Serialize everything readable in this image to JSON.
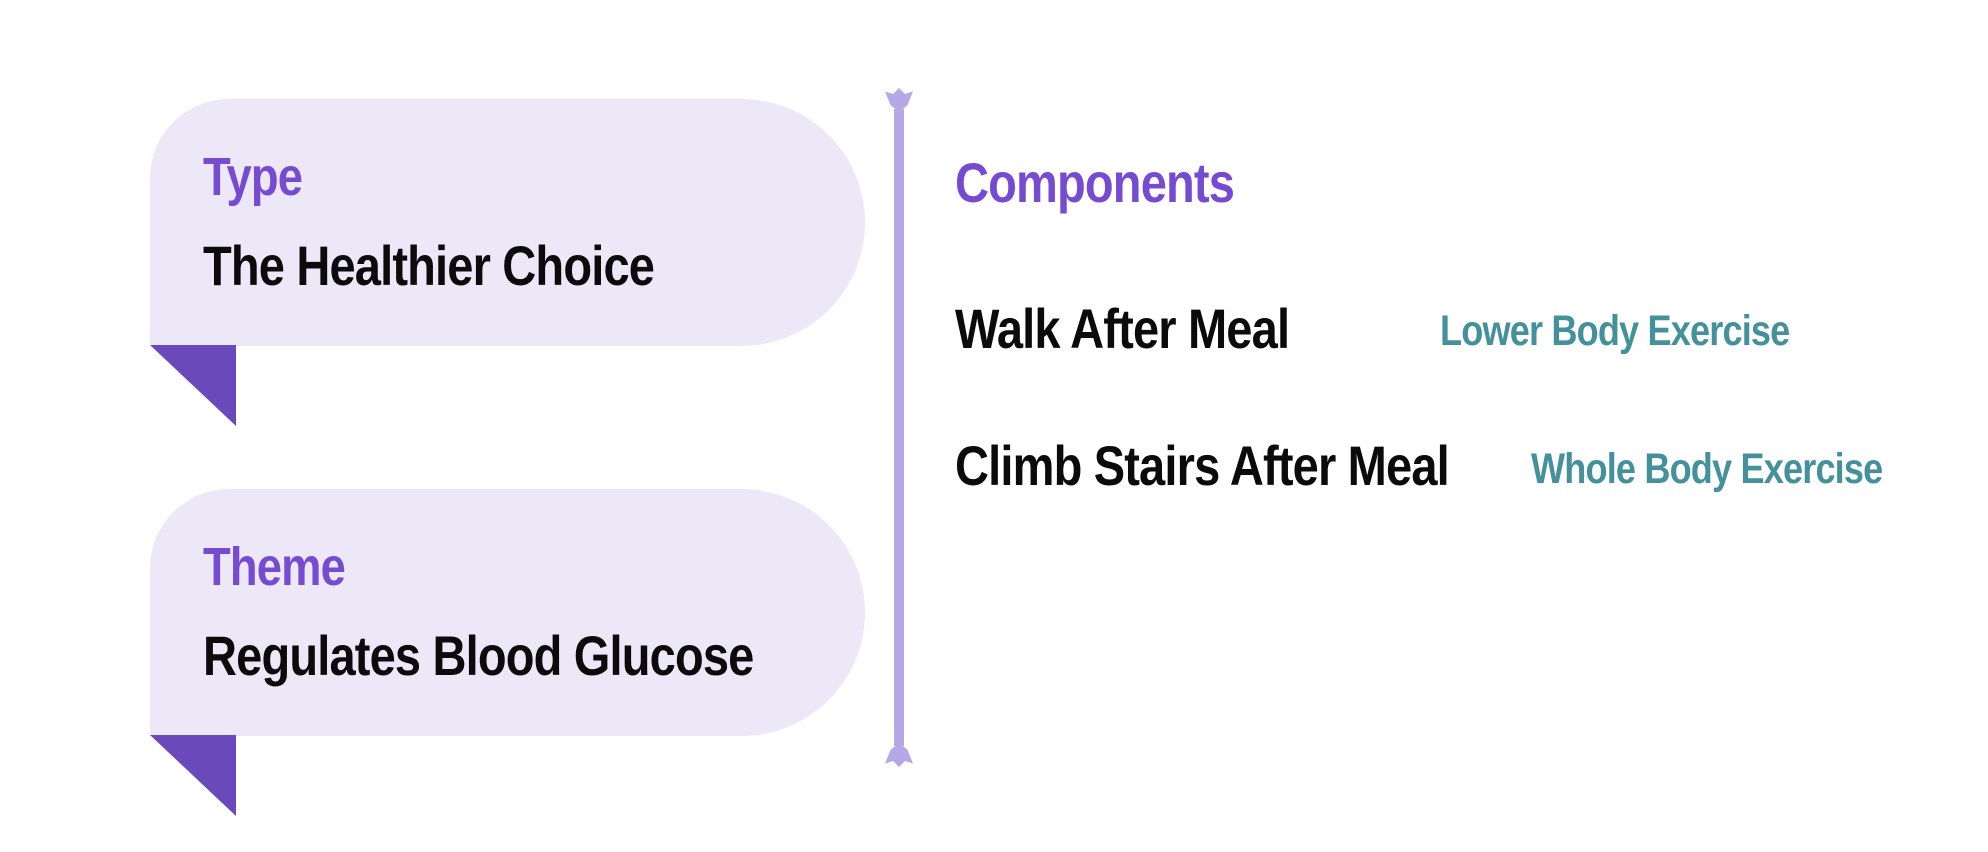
{
  "colors": {
    "page_bg": "#ffffff",
    "accent_purple": "#764bd2",
    "bubble_bg": "#ece8f8",
    "tail_purple": "#6a49bb",
    "divider_purple": "#b6a7e6",
    "teal": "#44919c",
    "text_black": "#0b0b0b"
  },
  "bubbles": [
    {
      "label": "Type",
      "value": "The Healthier Choice"
    },
    {
      "label": "Theme",
      "value": "Regulates Blood Glucose"
    }
  ],
  "components": {
    "heading": "Components",
    "items": [
      {
        "name": "Walk After Meal",
        "tag": "Lower Body Exercise"
      },
      {
        "name": "Climb Stairs After Meal",
        "tag": "Whole Body Exercise"
      }
    ]
  }
}
